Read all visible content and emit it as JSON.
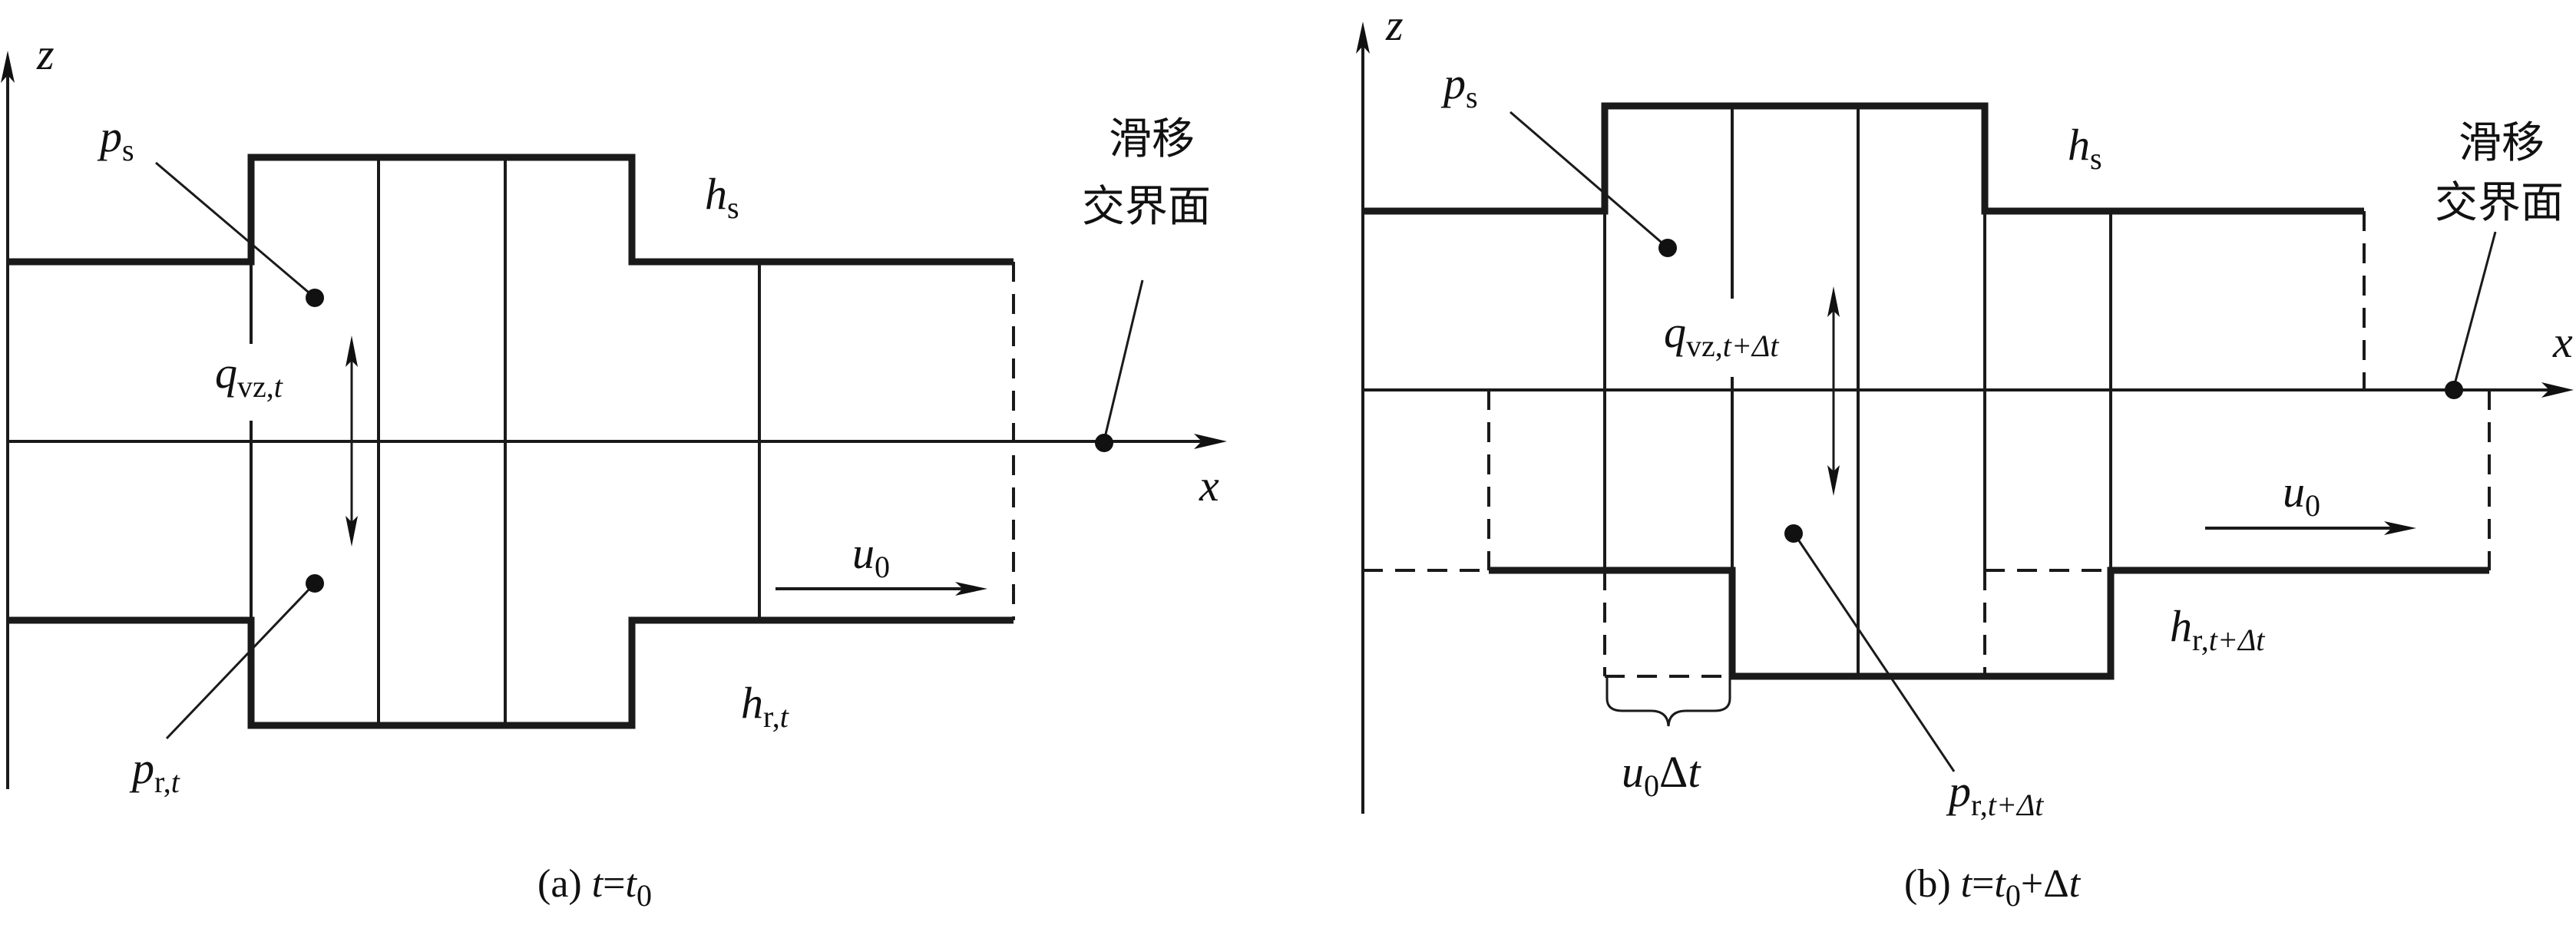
{
  "figure": {
    "panels": [
      {
        "id": "a",
        "caption": {
          "prefix": "(a) ",
          "t": "t",
          "eq": "=",
          "t0": "t",
          "t0_sub": "0",
          "suffix": ""
        },
        "axes": {
          "x_label": "x",
          "z_label": "z"
        },
        "labels": {
          "ps": {
            "main": "p",
            "sub": "s"
          },
          "pr": {
            "main": "p",
            "sub": "r,",
            "sub_it": "t"
          },
          "qvz": {
            "main": "q",
            "sub": "vz,",
            "sub_it": "t"
          },
          "hs": {
            "main": "h",
            "sub": "s"
          },
          "hr": {
            "main": "h",
            "sub": "r,",
            "sub_it": "t"
          },
          "u0": {
            "main": "u",
            "sub": "0"
          },
          "interface_line1": "滑移",
          "interface_line2": "交界面"
        }
      },
      {
        "id": "b",
        "caption": {
          "prefix": "(b) ",
          "t": "t",
          "eq": "=",
          "t0": "t",
          "t0_sub": "0",
          "suffix": "+Δ",
          "suffix_it": "t"
        },
        "axes": {
          "x_label": "x",
          "z_label": "z"
        },
        "labels": {
          "ps": {
            "main": "p",
            "sub": "s"
          },
          "pr": {
            "main": "p",
            "sub": "r,",
            "sub_it": "t+Δt"
          },
          "qvz": {
            "main": "q",
            "sub": "vz,",
            "sub_it": "t+Δt"
          },
          "hs": {
            "main": "h",
            "sub": "s"
          },
          "hr": {
            "main": "h",
            "sub": "r,",
            "sub_it": "t+Δt"
          },
          "u0": {
            "main": "u",
            "sub": "0"
          },
          "shift": {
            "main": "u",
            "sub": "0",
            "rest": "Δ",
            "rest_it": "t"
          },
          "interface_line1": "滑移",
          "interface_line2": "交界面"
        }
      }
    ]
  }
}
